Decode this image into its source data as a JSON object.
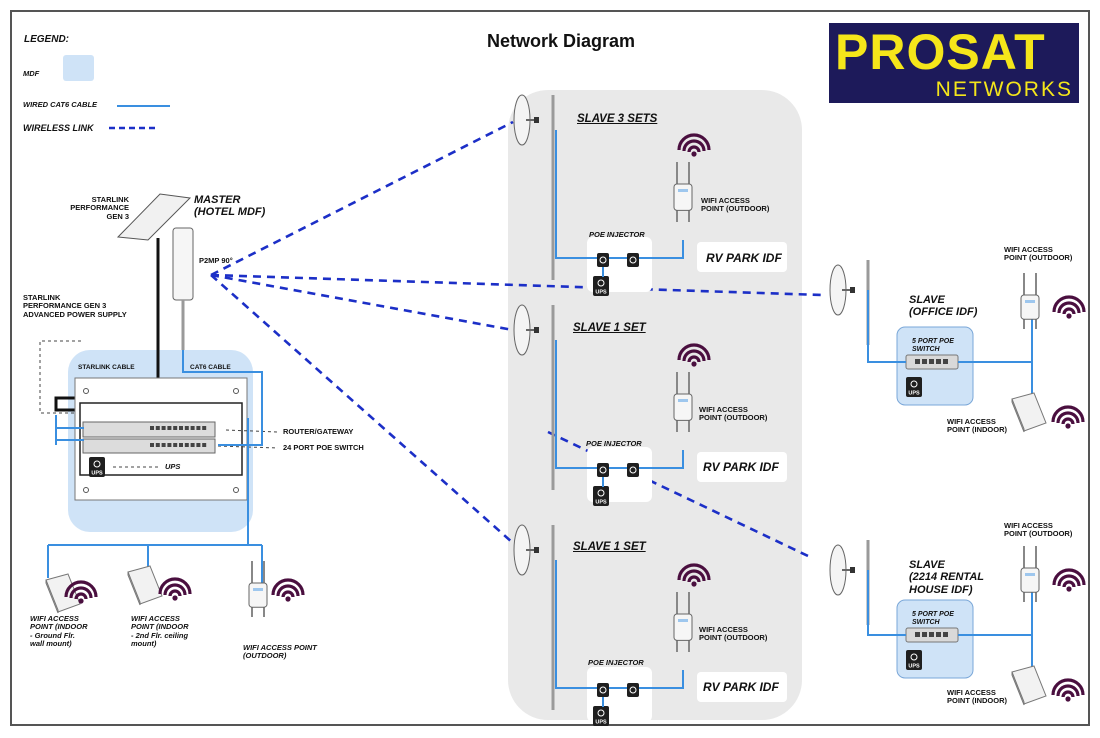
{
  "title": "Network Diagram",
  "logo": {
    "brand": "PROSAT",
    "sub": "NETWORKS",
    "color": "#f5e61a",
    "bg": "#1d1a5a"
  },
  "legend": {
    "heading": "LEGEND:",
    "mdf": "MDF",
    "wired": "WIRED CAT6 CABLE",
    "wireless": "WIRELESS LINK"
  },
  "colors": {
    "wired": "#3a8fe0",
    "wireless": "#1c2fc7",
    "mdf_fill": "#cfe3f7",
    "idf_fill": "#e9e9e9",
    "wifi": "#4a0f3f"
  },
  "master": {
    "title": "MASTER\n(HOTEL MDF)",
    "starlink": "STARLINK\nPERFORMANCE\nGEN 3",
    "psu": "STARLINK\nPERFORMANCE GEN 3\nADVANCED POWER SUPPLY",
    "p2mp": "P2MP 90°",
    "starlink_cable": "STARLINK CABLE",
    "cat6_cable": "CAT6 CABLE",
    "router": "ROUTER/GATEWAY",
    "switch24": "24 PORT POE SWITCH",
    "ups": "UPS",
    "ap1": "WIFI ACCESS\nPOINT (INDOOR\n- Ground Flr.\nwall mount)",
    "ap2": "WIFI ACCESS\nPOINT (INDOOR\n- 2nd Flr. ceiling\nmount)",
    "ap3": "WIFI ACCESS POINT\n(OUTDOOR)"
  },
  "rv_sets": [
    {
      "title": "SLAVE 3 SETS",
      "injector": "POE INJECTOR",
      "ap": "WIFI ACCESS\nPOINT (OUTDOOR)",
      "idf": "RV PARK IDF"
    },
    {
      "title": "SLAVE 1 SET",
      "injector": "POE INJECTOR",
      "ap": "WIFI ACCESS\nPOINT (OUTDOOR)",
      "idf": "RV PARK IDF"
    },
    {
      "title": "SLAVE 1 SET",
      "injector": "POE INJECTOR",
      "ap": "WIFI ACCESS\nPOINT (OUTDOOR)",
      "idf": "RV PARK IDF"
    }
  ],
  "office": {
    "title": "SLAVE\n(OFFICE IDF)",
    "switch": "5 PORT POE\nSWITCH",
    "ap_out": "WIFI ACCESS\nPOINT (OUTDOOR)",
    "ap_in": "WIFI ACCESS\nPOINT (INDOOR)"
  },
  "rental": {
    "title": "SLAVE\n(2214 RENTAL\nHOUSE IDF)",
    "switch": "5 PORT POE\nSWITCH",
    "ap_out": "WIFI ACCESS\nPOINT (OUTDOOR)",
    "ap_in": "WIFI ACCESS\nPOINT (INDOOR)"
  },
  "ups_label": "UPS"
}
